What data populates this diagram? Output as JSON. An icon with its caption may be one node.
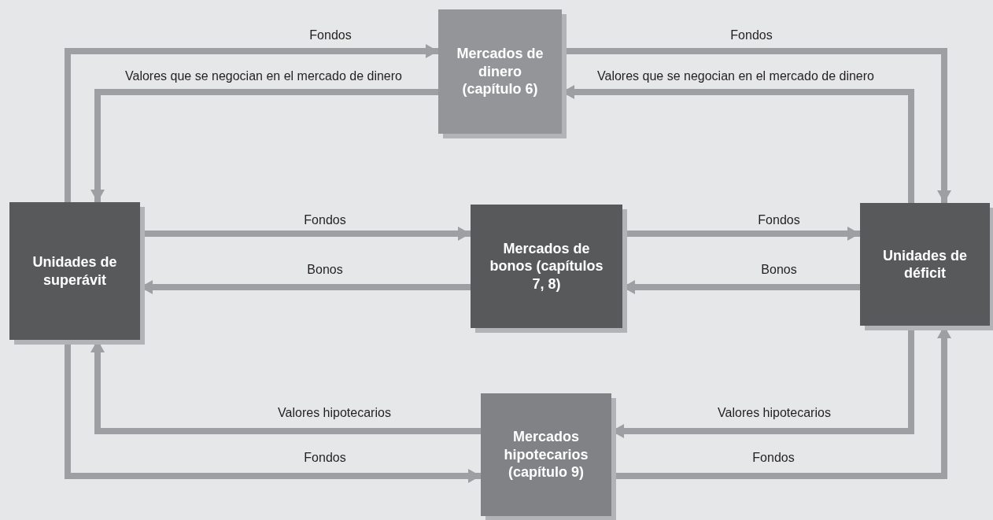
{
  "diagram": {
    "nodes": [
      {
        "text": [
          "Unidades de superávit"
        ]
      },
      {
        "text": [
          "Mercados de dinero (capítulo 6)"
        ]
      },
      {
        "text": [
          "Mercados de bonos (capítulos 7, 8)"
        ]
      },
      {
        "text": [
          "Unidades de déficit"
        ]
      },
      {
        "text": [
          "Mercados hipotecarios (capítulo 9)"
        ]
      }
    ],
    "edges": [
      {
        "from": 0,
        "to": 1,
        "arrow": "to",
        "label": "Fondos"
      },
      {
        "from": 1,
        "to": 0,
        "arrow": "to",
        "label": "Valores que se negocian en el mercado de dinero"
      },
      {
        "from": 1,
        "to": 3,
        "arrow": "to",
        "label": "Fondos"
      },
      {
        "from": 3,
        "to": 1,
        "arrow": "to",
        "label": "Valores que se negocian en el mercado de dinero"
      },
      {
        "from": 0,
        "to": 2,
        "arrow": "to",
        "label": "Fondos"
      },
      {
        "from": 2,
        "to": 0,
        "arrow": "to",
        "label": "Bonos"
      },
      {
        "from": 2,
        "to": 3,
        "arrow": "to",
        "label": "Fondos"
      },
      {
        "from": 3,
        "to": 2,
        "arrow": "to",
        "label": "Bonos"
      },
      {
        "from": 4,
        "to": 0,
        "arrow": "to",
        "label": "Valores hipotecarios"
      },
      {
        "from": 0,
        "to": 4,
        "arrow": "to",
        "label": "Fondos"
      },
      {
        "from": 3,
        "to": 4,
        "arrow": "to",
        "label": "Valores hipotecarios"
      },
      {
        "from": 4,
        "to": 3,
        "arrow": "to",
        "label": "Fondos"
      }
    ]
  }
}
